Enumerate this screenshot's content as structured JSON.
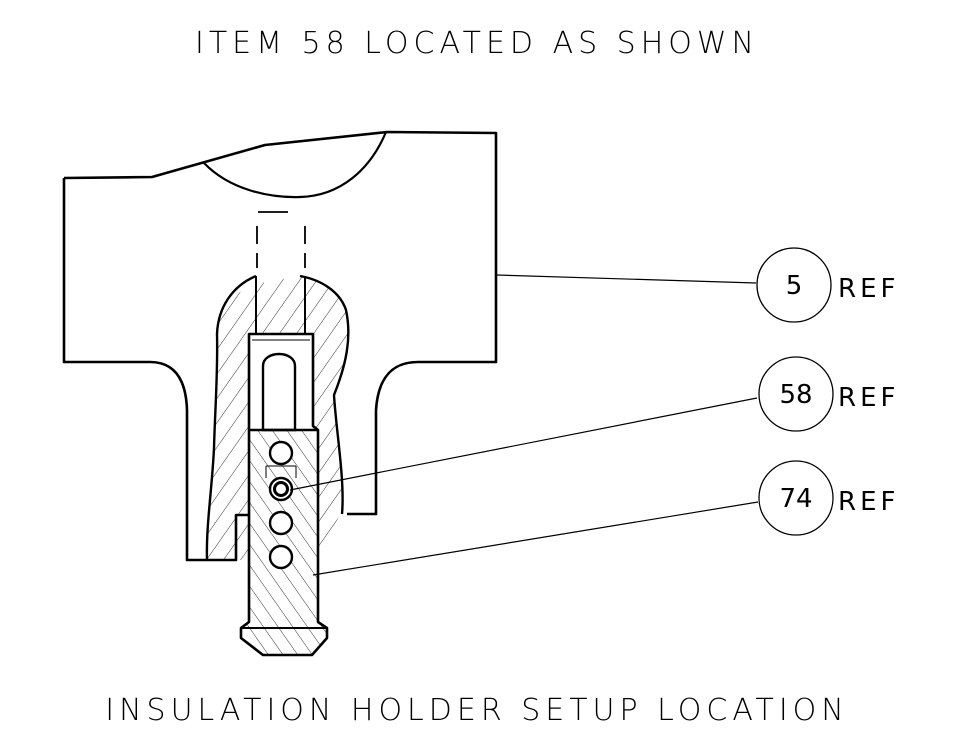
{
  "header": {
    "title": "ITEM 58 LOCATED AS SHOWN"
  },
  "footer": {
    "caption": "INSULATION HOLDER SETUP LOCATION"
  },
  "callouts": [
    {
      "number": "5",
      "suffix": "REF"
    },
    {
      "number": "58",
      "suffix": "REF"
    },
    {
      "number": "74",
      "suffix": "REF"
    }
  ]
}
